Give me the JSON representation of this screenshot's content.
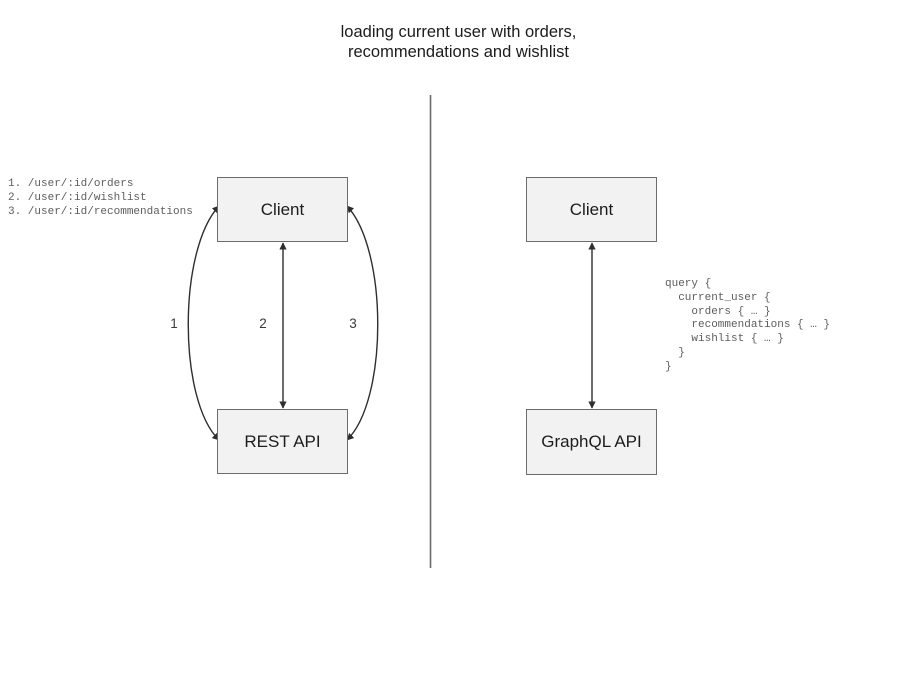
{
  "diagram": {
    "title": "loading current user with orders,\nrecommendations and wishlist",
    "background_color": "#ffffff",
    "node_fill_color": "#f2f2f2",
    "node_border_color": "#6b6b6b",
    "edge_color": "#3a3a3a",
    "divider_color": "#6b6b6b",
    "left_panel": {
      "name": "rest-approach",
      "nodes": {
        "client": "Client",
        "api": "REST API"
      },
      "edge_labels": [
        "1",
        "2",
        "3"
      ],
      "endpoints_code": "1. /user/:id/orders\n2. /user/:id/wishlist\n3. /user/:id/recommendations"
    },
    "right_panel": {
      "name": "graphql-approach",
      "nodes": {
        "client": "Client",
        "api": "GraphQL API"
      },
      "query_code": "query {\n  current_user {\n    orders { … }\n    recommendations { … }\n    wishlist { … }\n  }\n}"
    }
  }
}
